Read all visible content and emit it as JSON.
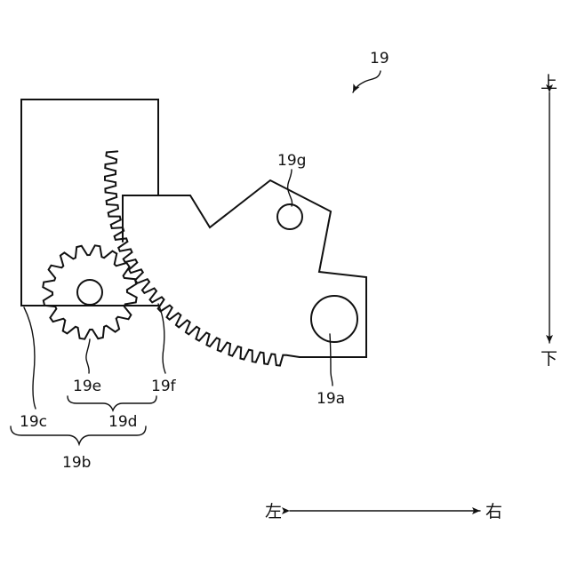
{
  "labels": {
    "assembly": "19",
    "shaft": "19a",
    "base": "19b",
    "frame": "19c",
    "gear_group": "19d",
    "pinion": "19e",
    "sector_gear": "19f",
    "hole": "19g"
  },
  "directions": {
    "up": "上",
    "down": "下",
    "left": "左",
    "right": "右"
  }
}
